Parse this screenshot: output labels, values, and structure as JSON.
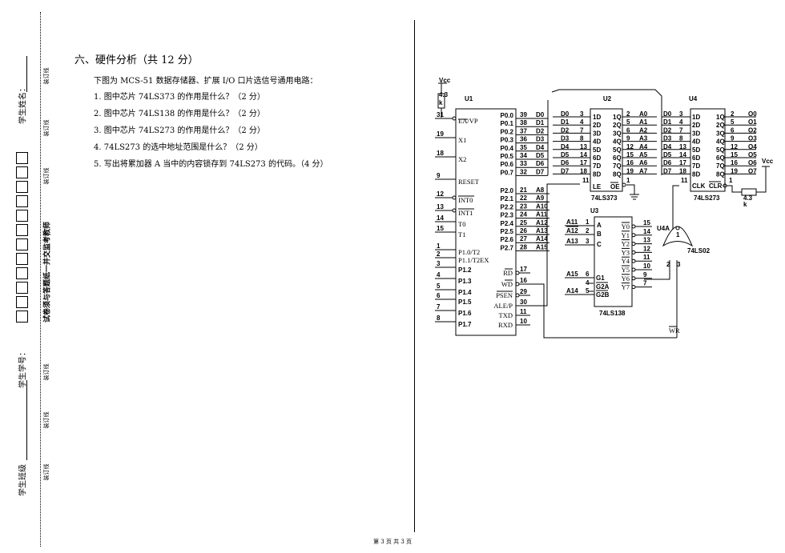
{
  "binding": {
    "name_label": "学生姓名：",
    "id_label": "学生学号：",
    "class_label": "学生班级",
    "warning": "试卷须与答题纸一并交监考教师",
    "cut_line": "装订线"
  },
  "section": {
    "title": "六、硬件分析（共 12 分）",
    "intro": "下图为 MCS-51 数据存储器、扩展 I/O 口片选信号通用电路：",
    "questions": [
      "1.   图中芯片 74LS373 的作用是什么？（2 分）",
      "2.   图中芯片 74LS138 的作用是什么？（2 分）",
      "3.   图中芯片 74LS273 的作用是什么？（2 分）",
      "4.   74LS273 的选中地址范围是什么？（2 分）",
      "5.   写出将累加器 A 当中的内容锁存到 74LS273 的代码。（4 分）"
    ]
  },
  "footer": "第 3 页 共 3 页",
  "circuit": {
    "vcc": "Vcc",
    "res": "4.3",
    "kohm": "k",
    "u1": {
      "name": "U1",
      "left_pins": [
        {
          "num": "31",
          "name": "EA/VP"
        },
        {
          "num": "19",
          "name": "X1"
        },
        {
          "num": "18",
          "name": "X2"
        },
        {
          "num": "9",
          "name": "RESET"
        },
        {
          "num": "12",
          "name": "INT0"
        },
        {
          "num": "13",
          "name": "INT1"
        },
        {
          "num": "14",
          "name": "T0"
        },
        {
          "num": "15",
          "name": "T1"
        },
        {
          "num": "1",
          "name": "P1.0/T2"
        },
        {
          "num": "2",
          "name": "P1.1/T2EX"
        },
        {
          "num": "3",
          "name": "P1.2"
        },
        {
          "num": "4",
          "name": "P1.3"
        },
        {
          "num": "5",
          "name": "P1.4"
        },
        {
          "num": "6",
          "name": "P1.5"
        },
        {
          "num": "7",
          "name": "P1.6"
        },
        {
          "num": "8",
          "name": "P1.7"
        }
      ],
      "p0": [
        {
          "name": "P0.0",
          "num": "39",
          "sig": "D0"
        },
        {
          "name": "P0.1",
          "num": "38",
          "sig": "D1"
        },
        {
          "name": "P0.2",
          "num": "37",
          "sig": "D2"
        },
        {
          "name": "P0.3",
          "num": "36",
          "sig": "D3"
        },
        {
          "name": "P0.4",
          "num": "35",
          "sig": "D4"
        },
        {
          "name": "P0.5",
          "num": "34",
          "sig": "D5"
        },
        {
          "name": "P0.6",
          "num": "33",
          "sig": "D6"
        },
        {
          "name": "P0.7",
          "num": "32",
          "sig": "D7"
        }
      ],
      "p2": [
        {
          "name": "P2.0",
          "num": "21",
          "sig": "A8"
        },
        {
          "name": "P2.1",
          "num": "22",
          "sig": "A9"
        },
        {
          "name": "P2.2",
          "num": "23",
          "sig": "A10"
        },
        {
          "name": "P2.3",
          "num": "24",
          "sig": "A11"
        },
        {
          "name": "P2.4",
          "num": "25",
          "sig": "A12"
        },
        {
          "name": "P2.5",
          "num": "26",
          "sig": "A13"
        },
        {
          "name": "P2.6",
          "num": "27",
          "sig": "A14"
        },
        {
          "name": "P2.7",
          "num": "28",
          "sig": "A15"
        }
      ],
      "ctrl": [
        {
          "name": "RD",
          "num": "17"
        },
        {
          "name": "WD",
          "num": "16"
        },
        {
          "name": "PSEN",
          "num": "29"
        },
        {
          "name": "ALE/P",
          "num": "30"
        },
        {
          "name": "TXD",
          "num": "11"
        },
        {
          "name": "RXD",
          "num": "10"
        }
      ]
    },
    "u2": {
      "name": "U2",
      "chip": "74LS373",
      "left": [
        {
          "sig": "D0",
          "num": "3",
          "pin": "1D"
        },
        {
          "sig": "D1",
          "num": "4",
          "pin": "2D"
        },
        {
          "sig": "D2",
          "num": "7",
          "pin": "3D"
        },
        {
          "sig": "D3",
          "num": "8",
          "pin": "4D"
        },
        {
          "sig": "D4",
          "num": "13",
          "pin": "5D"
        },
        {
          "sig": "D5",
          "num": "14",
          "pin": "6D"
        },
        {
          "sig": "D6",
          "num": "17",
          "pin": "7D"
        },
        {
          "sig": "D7",
          "num": "18",
          "pin": "8D"
        }
      ],
      "right": [
        {
          "pin": "1Q",
          "num": "2",
          "sig": "A0"
        },
        {
          "pin": "2Q",
          "num": "5",
          "sig": "A1"
        },
        {
          "pin": "3Q",
          "num": "6",
          "sig": "A2"
        },
        {
          "pin": "4Q",
          "num": "9",
          "sig": "A3"
        },
        {
          "pin": "5Q",
          "num": "12",
          "sig": "A4"
        },
        {
          "pin": "6Q",
          "num": "15",
          "sig": "A5"
        },
        {
          "pin": "7Q",
          "num": "16",
          "sig": "A6"
        },
        {
          "pin": "8Q",
          "num": "19",
          "sig": "A7"
        }
      ],
      "le": {
        "num": "11",
        "pin": "LE"
      },
      "oe": {
        "num": "1",
        "pin": "OE"
      }
    },
    "u3": {
      "name": "U3",
      "chip": "74LS138",
      "inputs": [
        {
          "sig": "A11",
          "num": "1",
          "pin": "A"
        },
        {
          "sig": "A12",
          "num": "2",
          "pin": "B"
        },
        {
          "sig": "A13",
          "num": "3",
          "pin": "C"
        }
      ],
      "enables": [
        {
          "sig": "A15",
          "num": "6",
          "pin": "G1"
        },
        {
          "sig": "",
          "num": "4",
          "pin": "G2A"
        },
        {
          "sig": "A14",
          "num": "5",
          "pin": "G2B"
        }
      ],
      "outputs": [
        {
          "pin": "Y0",
          "num": "15"
        },
        {
          "pin": "Y1",
          "num": "14"
        },
        {
          "pin": "Y2",
          "num": "13"
        },
        {
          "pin": "Y3",
          "num": "12"
        },
        {
          "pin": "Y4",
          "num": "11"
        },
        {
          "pin": "Y5",
          "num": "10"
        },
        {
          "pin": "Y6",
          "num": "9"
        },
        {
          "pin": "Y7",
          "num": "7"
        }
      ]
    },
    "u4": {
      "name": "U4",
      "chip": "74LS273",
      "left": [
        {
          "sig": "D0",
          "num": "3",
          "pin": "1D"
        },
        {
          "sig": "D1",
          "num": "4",
          "pin": "2D"
        },
        {
          "sig": "D2",
          "num": "7",
          "pin": "3D"
        },
        {
          "sig": "D3",
          "num": "8",
          "pin": "4D"
        },
        {
          "sig": "D4",
          "num": "13",
          "pin": "5D"
        },
        {
          "sig": "D5",
          "num": "14",
          "pin": "6D"
        },
        {
          "sig": "D6",
          "num": "17",
          "pin": "7D"
        },
        {
          "sig": "D7",
          "num": "18",
          "pin": "8D"
        }
      ],
      "right": [
        {
          "pin": "1Q",
          "num": "2",
          "sig": "O0"
        },
        {
          "pin": "2Q",
          "num": "5",
          "sig": "O1"
        },
        {
          "pin": "3Q",
          "num": "6",
          "sig": "O2"
        },
        {
          "pin": "4Q",
          "num": "9",
          "sig": "O3"
        },
        {
          "pin": "5Q",
          "num": "12",
          "sig": "O4"
        },
        {
          "pin": "6Q",
          "num": "15",
          "sig": "O5"
        },
        {
          "pin": "7Q",
          "num": "16",
          "sig": "O6"
        },
        {
          "pin": "8Q",
          "num": "19",
          "sig": "O7"
        }
      ],
      "clk": {
        "num": "11",
        "pin": "CLK"
      },
      "clr": {
        "num": "1",
        "pin": "CLR"
      }
    },
    "gate": {
      "name": "U4A",
      "chip": "74LS02",
      "pins": [
        "1",
        "2",
        "3"
      ]
    },
    "wr": "WR"
  }
}
